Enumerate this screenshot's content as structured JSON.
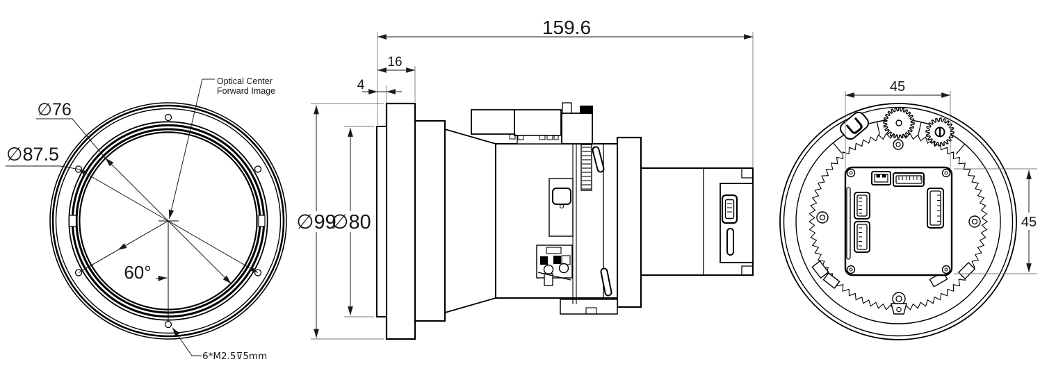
{
  "drawing": {
    "front_view": {
      "dia_inner": "∅76",
      "dia_bolt_circle": "∅87.5",
      "optical_center_line1": "Optical Center",
      "optical_center_line2": "Forward Image",
      "bolt_angle": "60°",
      "thread_note": "6*M2.5⊽5mm"
    },
    "side_view": {
      "overall_length": "159.6",
      "flange_depth": "16",
      "pilot_depth": "4",
      "dia_flange": "∅99",
      "dia_pilot": "∅80"
    },
    "rear_view": {
      "pcb_width": "45",
      "pcb_height": "45"
    }
  }
}
